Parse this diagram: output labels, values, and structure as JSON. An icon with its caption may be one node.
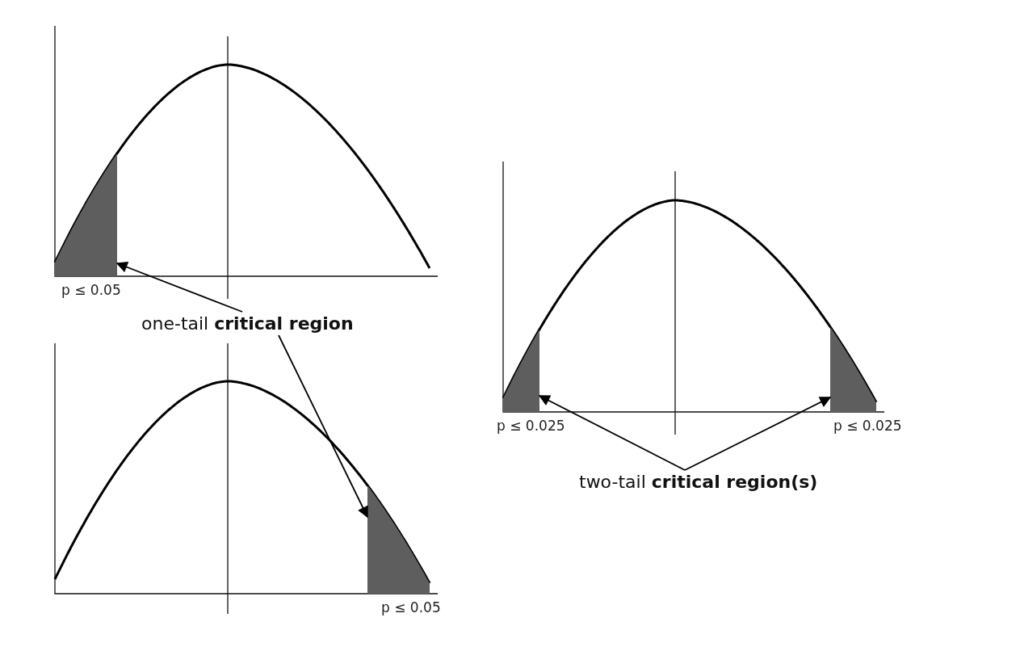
{
  "diagram": {
    "nodes": [
      {
        "text": [],
        "shape": "area",
        "beside": [
          "p ≤ 0.05"
        ]
      },
      {
        "text": [
          "one-tail **critical region**"
        ]
      },
      {
        "text": [],
        "shape": "area",
        "beside": [
          "p ≤ 0.05"
        ]
      },
      {
        "text": [],
        "shape": "area",
        "beside": [
          "p ≤ 0.025"
        ]
      },
      {
        "text": [],
        "shape": "area",
        "beside": [
          "p ≤ 0.025"
        ]
      },
      {
        "text": [
          "two-tail **critical region(s)**"
        ]
      }
    ],
    "edges": [
      {
        "from": 1,
        "to": 0,
        "arrow": "to"
      },
      {
        "from": 1,
        "to": 2,
        "arrow": "to"
      },
      {
        "from": 5,
        "to": 3,
        "arrow": "to"
      },
      {
        "from": 5,
        "to": 4,
        "arrow": "to"
      }
    ]
  }
}
